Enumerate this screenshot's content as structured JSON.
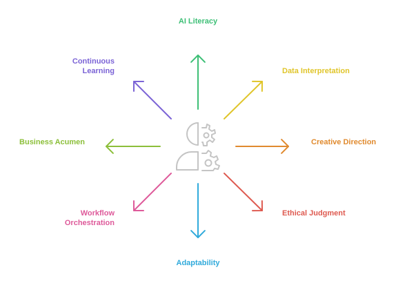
{
  "diagram": {
    "labels": {
      "ai_literacy": "AI Literacy",
      "data_interpretation": "Data Interpretation",
      "creative_direction": "Creative Direction",
      "ethical_judgment": "Ethical Judgment",
      "adaptability": "Adaptability",
      "workflow_orchestration": "Workflow\nOrchestration",
      "business_acumen": "Business Acumen",
      "continuous_learning": "Continuous\nLearning"
    },
    "colors": {
      "ai_literacy": "#3dbf76",
      "data_interpretation": "#e0c52a",
      "creative_direction": "#e08a2e",
      "ethical_judgment": "#de5a50",
      "adaptability": "#30aadb",
      "workflow_orchestration": "#de5a9a",
      "business_acumen": "#8cbf3a",
      "continuous_learning": "#7b63d6",
      "center_icon": "#c4c4c4"
    },
    "center_icon": "person-gear-icon"
  }
}
